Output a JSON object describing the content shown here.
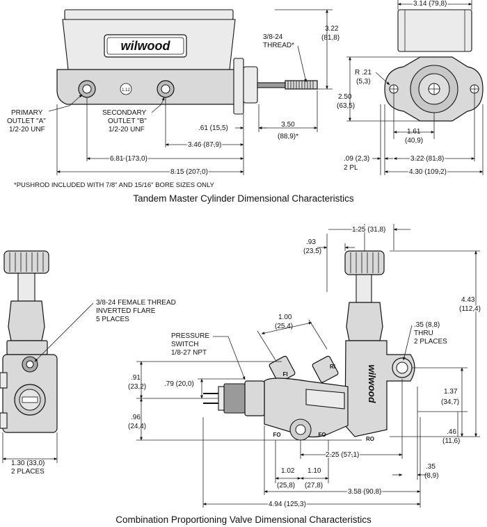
{
  "master_cylinder": {
    "caption": "Tandem Master Cylinder Dimensional Characteristics",
    "footnote": "*PUSHROD INCLUDED WITH 7/8\" AND 15/16\" BORE SIZES ONLY",
    "logo": "wilwood",
    "bore_mark": "1.12",
    "primary_outlet": [
      "PRIMARY",
      "OUTLET \"A\"",
      "1/2-20 UNF"
    ],
    "secondary_outlet": [
      "SECONDARY",
      "OUTLET \"B\"",
      "1/2-20 UNF"
    ],
    "thread": [
      "3/8-24",
      "THREAD*"
    ],
    "dims": {
      "d_322_in": "3.22",
      "d_322_mm": "(81,8)",
      "d_061": ".61 (15,5)",
      "d_350_in": "3.50",
      "d_350_mm": "(88,9)*",
      "d_346": "3.46 (87,9)",
      "d_681": "6.81 (173,0)",
      "d_815": "8.15 (207,0)",
      "d_314": "3.14 (79,8)",
      "r_in": "R .21",
      "r_mm": "(5,3)",
      "d_250_in": "2.50",
      "d_250_mm": "(63,5)",
      "d_161_in": "1.61",
      "d_161_mm": "(40,9)",
      "d_009": ".09 (2,3)",
      "d_009_pl": "2 PL",
      "d_322b": "3.22 (81,8)",
      "d_430": "4.30 (109,2)"
    }
  },
  "valve": {
    "caption": "Combination Proportioning Valve Dimensional Characteristics",
    "female_thread": [
      "3/8-24 FEMALE THREAD",
      "INVERTED FLARE",
      "5 PLACES"
    ],
    "pressure_switch": [
      "PRESSURE",
      "SWITCH",
      "1/8-27 NPT"
    ],
    "thru_holes": [
      ".35 (8,8)",
      "THRU",
      "2 PLACES"
    ],
    "port_labels": {
      "ri": "RI",
      "fi": "FI",
      "fo": "FO",
      "ro": "RO"
    },
    "logo": "wilwood",
    "dims": {
      "d_125": "1.25 (31,8)",
      "d_093_in": ".93",
      "d_093_mm": "(23,5)",
      "d_443_in": "4.43",
      "d_443_mm": "(112,4)",
      "d_100_in": "1.00",
      "d_100_mm": "(25,4)",
      "d_091_in": ".91",
      "d_091_mm": "(23,2)",
      "d_079": ".79 (20,0)",
      "d_096_in": ".96",
      "d_096_mm": "(24,4)",
      "d_137_in": "1.37",
      "d_137_mm": "(34,7)",
      "d_046_in": ".46",
      "d_046_mm": "(11,6)",
      "d_225": "2.25 (57,1)",
      "d_035_in": ".35",
      "d_035_mm": "(8,9)",
      "d_102_in": "1.02",
      "d_102_mm": "(25,8)",
      "d_110_in": "1.10",
      "d_110_mm": "(27,8)",
      "d_358": "3.58 (90,8)",
      "d_494": "4.94 (125,3)",
      "d_130_in": "1.30 (33,0)",
      "d_130_pl": "2 PLACES"
    }
  }
}
